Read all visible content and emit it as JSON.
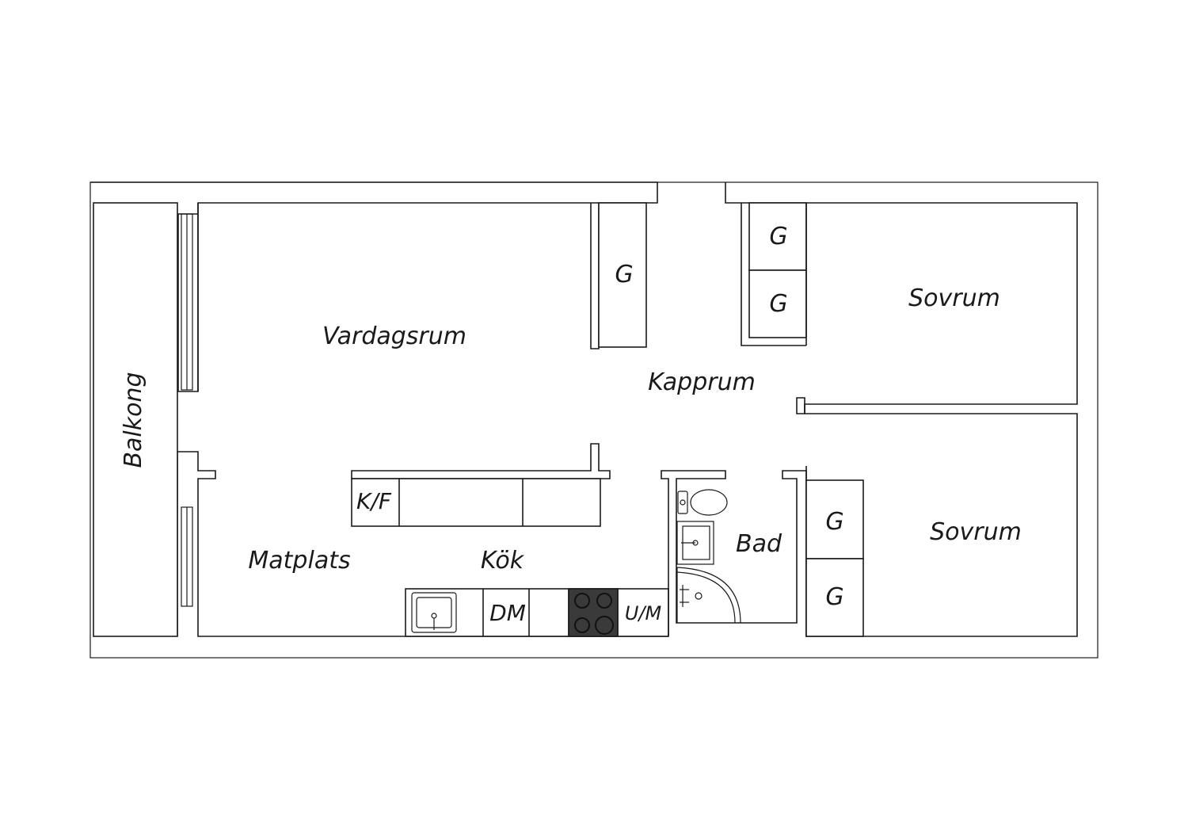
{
  "rooms": {
    "balcony": "Balkong",
    "living_room": "Vardagsrum",
    "hallway": "Kapprum",
    "bedroom_1": "Sovrum",
    "bedroom_2": "Sovrum",
    "bathroom": "Bad",
    "dining_area": "Matplats",
    "kitchen": "Kök"
  },
  "fixtures": {
    "wardrobe_hall": "G",
    "wardrobe_bed1_top": "G",
    "wardrobe_bed1_bottom": "G",
    "wardrobe_bed2_top": "G",
    "wardrobe_bed2_bottom": "G",
    "fridge_freezer": "K/F",
    "dishwasher": "DM",
    "oven_microwave": "U/M"
  },
  "colors": {
    "wall_stroke": "#1a1a1a",
    "background": "#ffffff",
    "cooktop": "#3a3a3a"
  }
}
